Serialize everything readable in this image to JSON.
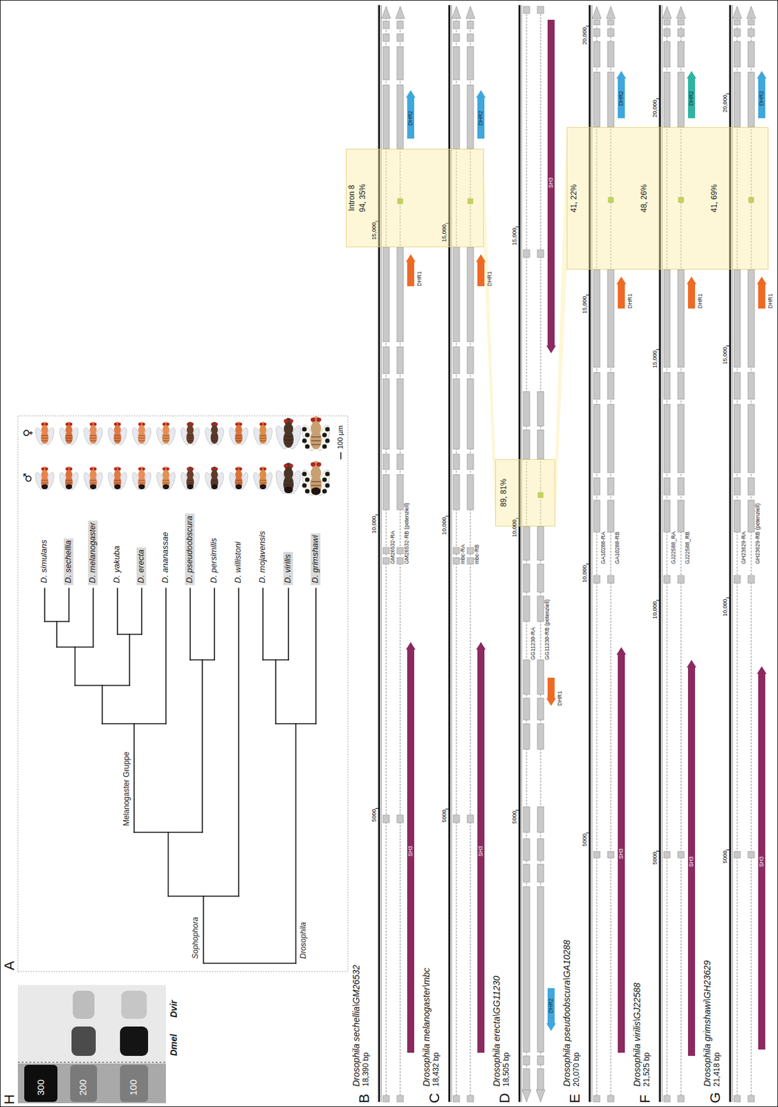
{
  "diagram": {
    "nodes": [
      {
        "text": [
          "Intron 8",
          "94, 35%"
        ]
      },
      {
        "text": [
          "SH3"
        ]
      },
      {
        "text": [
          "DHR1"
        ]
      },
      {
        "text": [
          "DHR2"
        ]
      },
      {
        "text": [
          "SH3"
        ]
      },
      {
        "text": [
          "DHR1"
        ]
      },
      {
        "text": [
          "DHR2"
        ]
      },
      {
        "text": [
          "89, 81%"
        ]
      },
      {
        "text": [
          "SH3"
        ]
      },
      {
        "text": [
          "DHR1"
        ]
      },
      {
        "text": [
          "DHR2"
        ]
      },
      {
        "text": [
          "41, 22%",
          "48, 26%",
          "41, 69%"
        ]
      },
      {
        "text": [
          "SH3"
        ]
      },
      {
        "text": [
          "DHR1"
        ]
      },
      {
        "text": [
          "DHR2"
        ]
      },
      {
        "text": [
          "SH3"
        ]
      },
      {
        "text": [
          "DHR1"
        ]
      },
      {
        "text": [
          "DHR2"
        ]
      },
      {
        "text": [
          "SH3"
        ]
      },
      {
        "text": [
          "DHR1"
        ]
      },
      {
        "text": [
          "DHR2"
        ]
      }
    ],
    "labels": [
      "H",
      "300",
      "200",
      "100",
      "Dmel",
      "Dvir",
      "A",
      "♂",
      "♀",
      "D. simulans",
      "D. sechellia",
      "D. melanogaster",
      "D. yakuba",
      "D. erecta",
      "D. ananassae",
      "D. pseudoobscura",
      "D. persimilis",
      "D. willistoni",
      "D. mojavensis",
      "D. virilis",
      "D. grimshawi",
      "Melanogaster Gruppe",
      "Sophophora",
      "Drosophila",
      "100 µm",
      "B",
      "Drosophila sechellia\\GM26532",
      "18,390 bp",
      "5000",
      "10,000",
      "15,000",
      "GM26532-RA",
      "GM26532-RB (potenziell)",
      "C",
      "Drosophila melanogaster\\mbc",
      "18,432 bp",
      "5000",
      "10,000",
      "15,000",
      "mbc-RA",
      "mbc-RB",
      "D",
      "Drosophila erecta\\GG11230",
      "18,505 bp",
      "5000",
      "10,000",
      "15,000",
      "GG11230-RA",
      "GG11230-RB (potenziell)",
      "E",
      "Drosophila pseudoobscura\\GA10288",
      "20,070 bp",
      "5000",
      "10,000",
      "15,000",
      "20,000",
      "GA10288-RA",
      "GA10288-RB",
      "F",
      "Drosophila virilis\\GJ22588",
      "21,525 bp",
      "5000",
      "10,000",
      "15,000",
      "20,000",
      "GJ22588_RA",
      "GJ22588_RB",
      "G",
      "Drosophila grimshawi\\GH23629",
      "21,418 bp",
      "5000",
      "10,000",
      "15,000",
      "20,000",
      "GH23629-RA",
      "GH23629-RB (potenziell)"
    ]
  }
}
